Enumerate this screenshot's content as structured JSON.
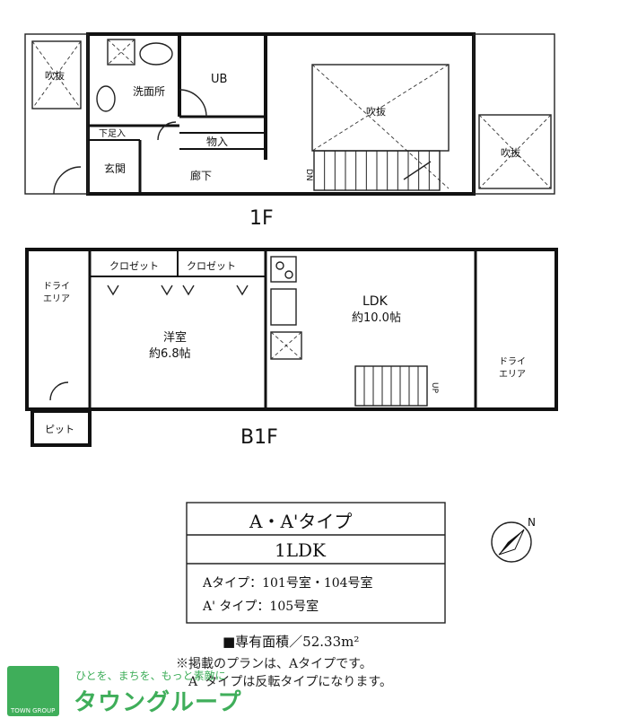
{
  "floors": {
    "f1_label": "1F",
    "b1_label": "B1F"
  },
  "rooms_1f": {
    "fukinuke_left": "吹抜",
    "washroom": "洗面所",
    "ub": "UB",
    "fukinuke_center": "吹抜",
    "fukinuke_right": "吹抜",
    "shoe_storage": "下足入",
    "storage": "物入",
    "entrance": "玄関",
    "hallway": "廊下",
    "dn": "DN"
  },
  "rooms_b1f": {
    "closet_1": "クロゼット",
    "closet_2": "クロゼット",
    "dry_area_left": "ドライエリア",
    "dry_area_left_l1": "ドライ",
    "dry_area_left_l2": "エリア",
    "western_room": "洋室",
    "western_room_size": "約6.8帖",
    "ldk": "LDK",
    "ldk_size": "約10.0帖",
    "dry_area_right_l1": "ドライ",
    "dry_area_right_l2": "エリア",
    "pit": "ピット",
    "up": "UP"
  },
  "info": {
    "type_title": "A・A'タイプ",
    "layout": "1LDK",
    "a_type": "Aタイプ：101号室・104号室",
    "a_prime_type": "A' タイプ：105号室",
    "area": "■専有面積／52.33m²",
    "note_1": "※掲載のプランは、Aタイプです。",
    "note_2": "A' タイプは反転タイプになります。"
  },
  "compass": {
    "label": "N"
  },
  "brand": {
    "tagline": "ひとを、まちを、もっと素敵に",
    "name": "タウングループ",
    "logo_text": "TOWN GROUP"
  }
}
